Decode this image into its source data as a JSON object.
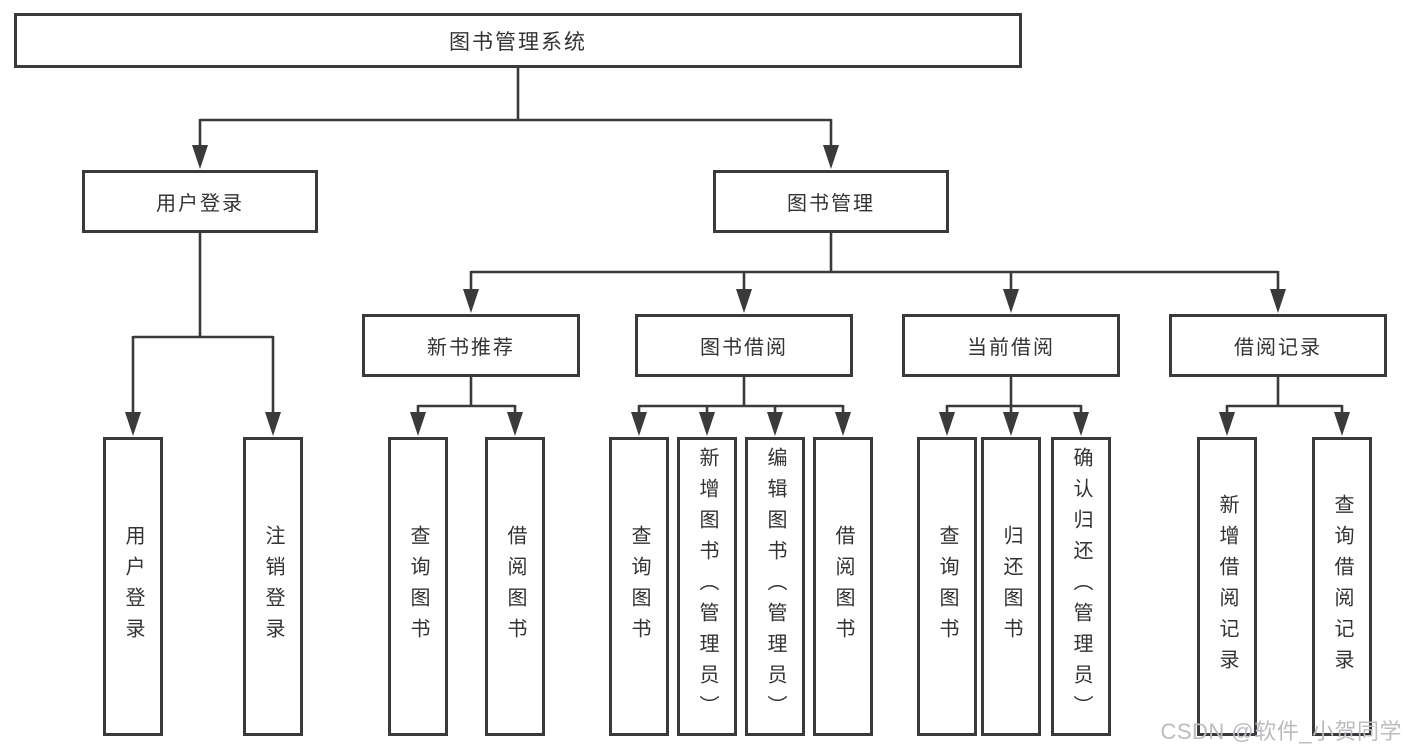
{
  "diagram": {
    "root": {
      "label": "图书管理系统"
    },
    "level2": [
      {
        "label": "用户登录"
      },
      {
        "label": "图书管理"
      }
    ],
    "level3": [
      {
        "label": "新书推荐"
      },
      {
        "label": "图书借阅"
      },
      {
        "label": "当前借阅"
      },
      {
        "label": "借阅记录"
      }
    ],
    "leaves": {
      "user_login": [
        {
          "label": "用户登录"
        },
        {
          "label": "注销登录"
        }
      ],
      "new_book_recommendation": [
        {
          "label": "查询图书"
        },
        {
          "label": "借阅图书"
        }
      ],
      "book_borrowing": [
        {
          "label": "查询图书"
        },
        {
          "label": "新增图书（管理员）"
        },
        {
          "label": "编辑图书（管理员）"
        },
        {
          "label": "借阅图书"
        }
      ],
      "current_borrowing": [
        {
          "label": "查询图书"
        },
        {
          "label": "归还图书"
        },
        {
          "label": "确认归还（管理员）"
        }
      ],
      "borrowing_records": [
        {
          "label": "新增借阅记录"
        },
        {
          "label": "查询借阅记录"
        }
      ]
    },
    "watermark": "CSDN @软件_小贺同学",
    "colors": {
      "line": "#3a3a3c",
      "text": "#333333",
      "background": "#ffffff",
      "watermark": "#bcbcc0"
    }
  }
}
